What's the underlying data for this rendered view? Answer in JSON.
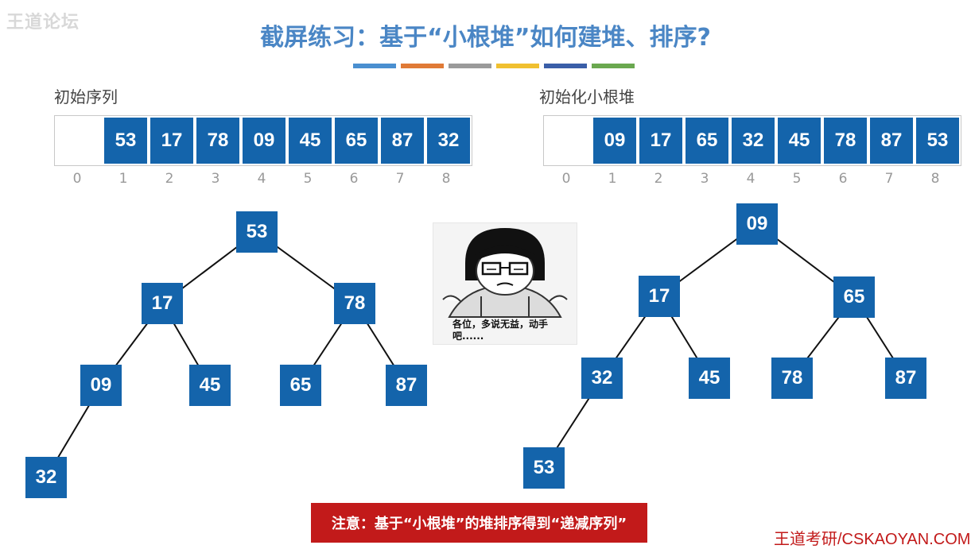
{
  "watermark": "王道论坛",
  "title": "截屏练习：基于“小根堆”如何建堆、排序?",
  "color_bars": [
    "#4a8fd0",
    "#e07a36",
    "#9a9a9a",
    "#f0c030",
    "#3a5ea8",
    "#6aa84f"
  ],
  "left": {
    "label": "初始序列",
    "values": [
      "53",
      "17",
      "78",
      "09",
      "45",
      "65",
      "87",
      "32"
    ],
    "indices": [
      "0",
      "1",
      "2",
      "3",
      "4",
      "5",
      "6",
      "7",
      "8"
    ],
    "tree": [
      "53",
      "17",
      "78",
      "09",
      "45",
      "65",
      "87",
      "32"
    ]
  },
  "right": {
    "label": "初始化小根堆",
    "values": [
      "09",
      "17",
      "65",
      "32",
      "45",
      "78",
      "87",
      "53"
    ],
    "indices": [
      "0",
      "1",
      "2",
      "3",
      "4",
      "5",
      "6",
      "7",
      "8"
    ],
    "tree": [
      "09",
      "17",
      "65",
      "32",
      "45",
      "78",
      "87",
      "53"
    ]
  },
  "meme": {
    "caption": "各位，多说无益，动手吧......"
  },
  "note": "注意：基于“小根堆”的堆排序得到“递减序列”",
  "footer": "王道考研/CSKAOYAN.COM"
}
